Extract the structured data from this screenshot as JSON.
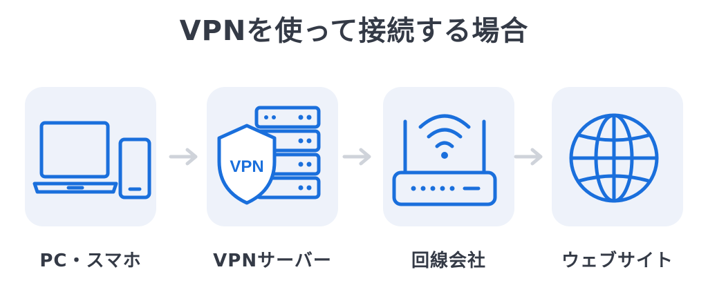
{
  "title": "VPNを使って接続する場合",
  "accent_color": "#1a6fdc",
  "steps": [
    {
      "label": "PC・スマホ",
      "icon": "laptop-phone-icon"
    },
    {
      "label": "VPNサーバー",
      "icon": "vpn-server-icon",
      "badge": "VPN"
    },
    {
      "label": "回線会社",
      "icon": "router-icon"
    },
    {
      "label": "ウェブサイト",
      "icon": "globe-icon"
    }
  ],
  "arrow_icon": "arrow-right-icon"
}
